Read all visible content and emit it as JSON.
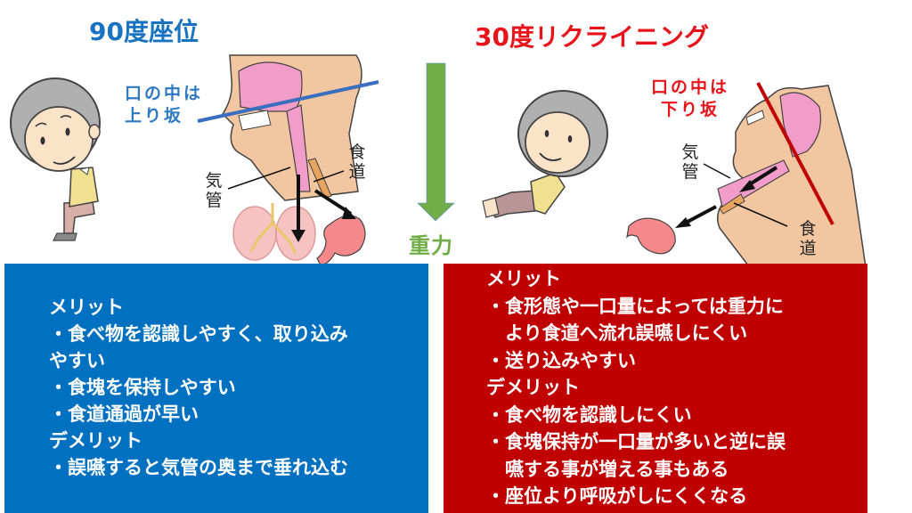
{
  "left_panel": {
    "title": "90度座位",
    "slope_label": "口の中は\n上り坂",
    "trachea_label": "気管",
    "esophagus_label": "食道",
    "color": "#1a73c0",
    "box_color": "#0070c0",
    "box_lines": [
      "メリット",
      "・食べ物を認識しやすく、取り込み",
      "やすい",
      "・食塊を保持しやすい",
      "・食道通過が早い",
      "デメリット",
      "・誤嚥すると気管の奥まで垂れ込む"
    ]
  },
  "center": {
    "gravity_label": "重力",
    "arrow_color": "#70ad47",
    "arrow_icon": "down-arrow-icon"
  },
  "right_panel": {
    "title": "30度リクライニング",
    "slope_label": "口の中は\n下り坂",
    "trachea_label": "気管",
    "esophagus_label": "食道",
    "color": "#e8141b",
    "box_color": "#c00000",
    "box_lines": [
      "メリット",
      "・食形態や一口量によっては重力に",
      "　より食道へ流れ誤嚥しにくい",
      "・送り込みやすい",
      "デメリット",
      "・食べ物を認識しにくい",
      "・食塊保持が一口量が多いと逆に誤",
      "　嚥する事が増える事もある",
      "・座位より呼吸がしにくくなる"
    ]
  }
}
